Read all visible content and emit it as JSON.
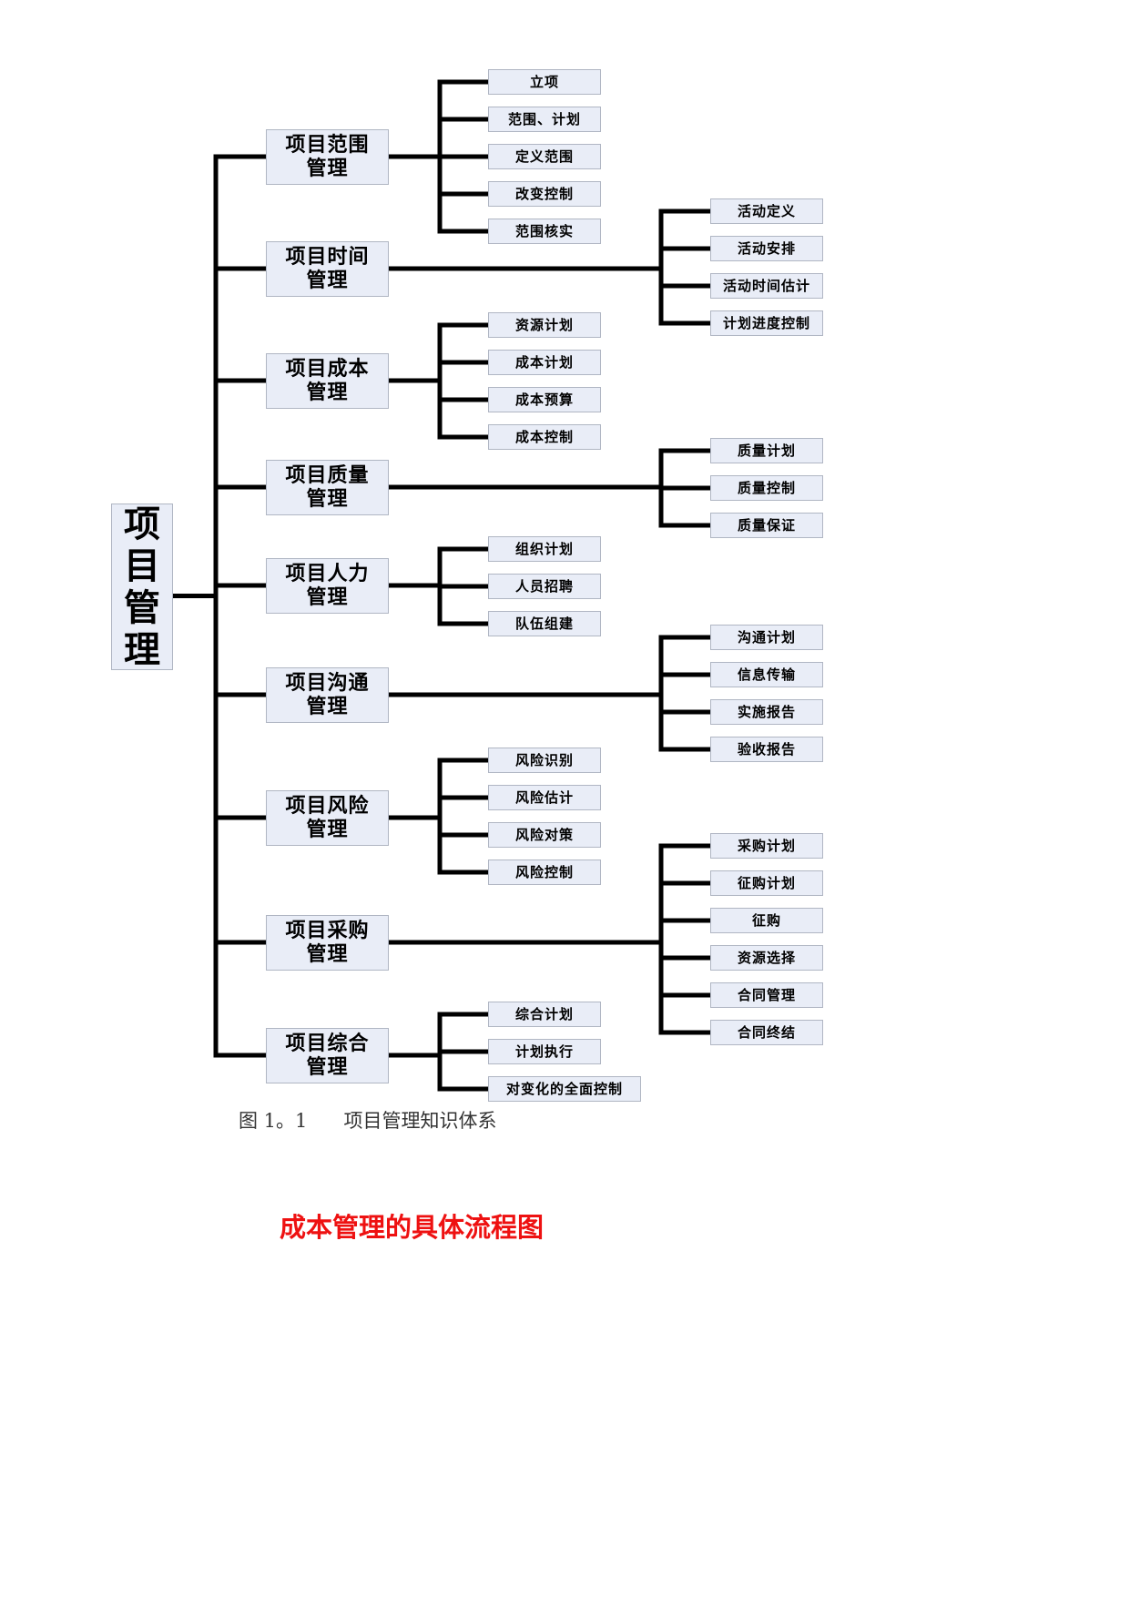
{
  "diagram": {
    "root": "项目管理",
    "categories": [
      {
        "label": "项目范围管理",
        "line1": "项目范围",
        "line2": "管理",
        "leaves": [
          "立项",
          "范围、计划",
          "定义范围",
          "改变控制",
          "范围核实"
        ]
      },
      {
        "label": "项目时间管理",
        "line1": "项目时间",
        "line2": "管理",
        "leaves": [
          "活动定义",
          "活动安排",
          "活动时间估计",
          "计划进度控制"
        ]
      },
      {
        "label": "项目成本管理",
        "line1": "项目成本",
        "line2": "管理",
        "leaves": [
          "资源计划",
          "成本计划",
          "成本预算",
          "成本控制"
        ]
      },
      {
        "label": "项目质量管理",
        "line1": "项目质量",
        "line2": "管理",
        "leaves": [
          "质量计划",
          "质量控制",
          "质量保证"
        ]
      },
      {
        "label": "项目人力管理",
        "line1": "项目人力",
        "line2": "管理",
        "leaves": [
          "组织计划",
          "人员招聘",
          "队伍组建"
        ]
      },
      {
        "label": "项目沟通管理",
        "line1": "项目沟通",
        "line2": "管理",
        "leaves": [
          "沟通计划",
          "信息传输",
          "实施报告",
          "验收报告"
        ]
      },
      {
        "label": "项目风险管理",
        "line1": "项目风险",
        "line2": "管理",
        "leaves": [
          "风险识别",
          "风险估计",
          "风险对策",
          "风险控制"
        ]
      },
      {
        "label": "项目采购管理",
        "line1": "项目采购",
        "line2": "管理",
        "leaves": [
          "采购计划",
          "征购计划",
          "征购",
          "资源选择",
          "合同管理",
          "合同终结"
        ]
      },
      {
        "label": "项目综合管理",
        "line1": "项目综合",
        "line2": "管理",
        "leaves": [
          "综合计划",
          "计划执行",
          "对变化的全面控制"
        ]
      }
    ]
  },
  "caption": "图 1。1      项目管理知识体系",
  "section_heading": "成本管理的具体流程图",
  "colors": {
    "box_fill": "#e9edf7",
    "box_border": "#b0b6c3",
    "line": "#000000",
    "heading": "#ee1111"
  }
}
